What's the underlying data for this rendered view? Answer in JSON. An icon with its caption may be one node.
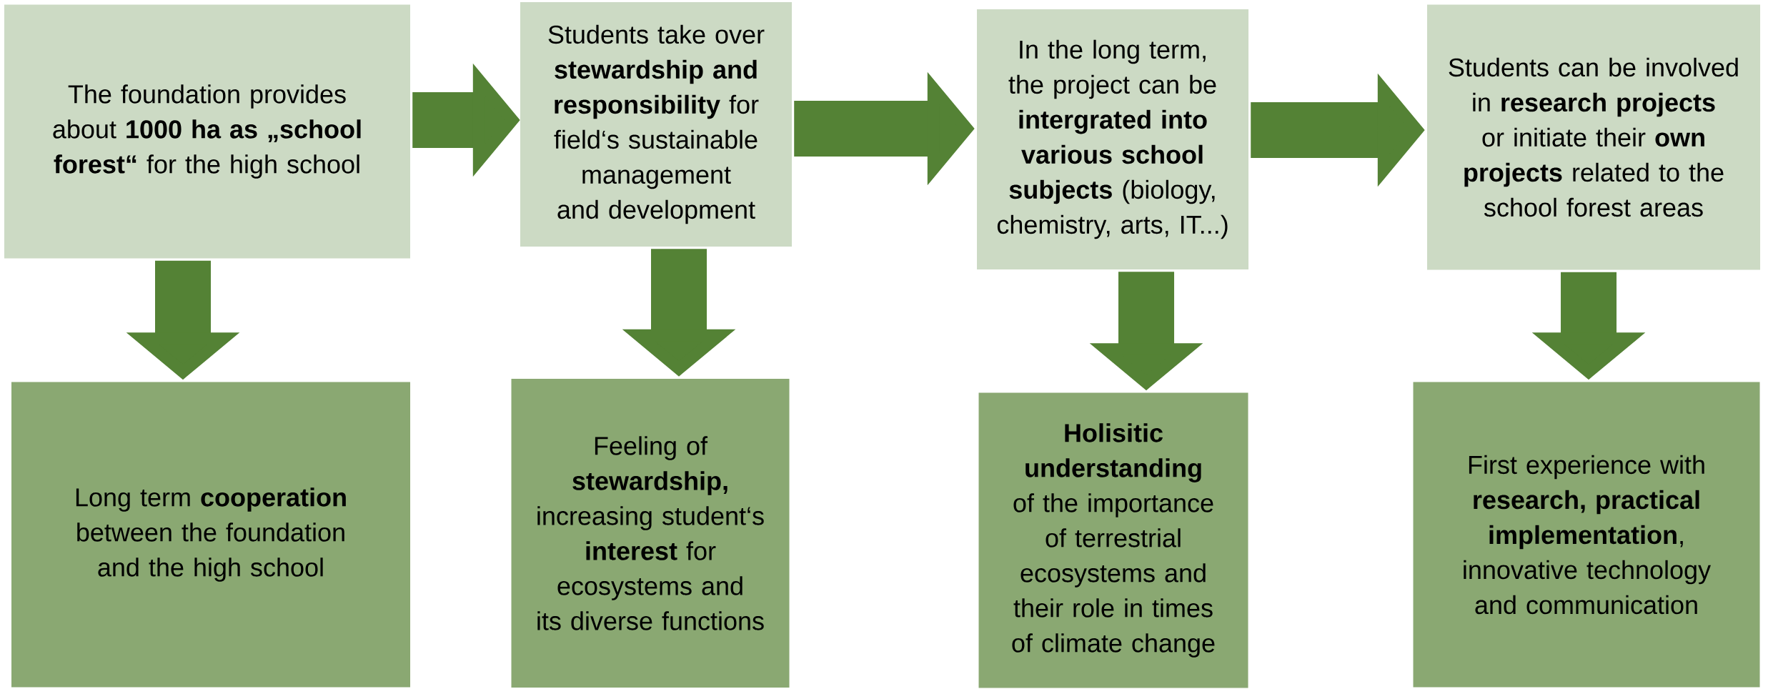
{
  "diagram": {
    "nodes": [
      {
        "text": [
          "The foundation provides about **1000 ha as „school forest“** for the high school"
        ]
      },
      {
        "text": [
          "Students take over **stewardship and responsibility** for field‘s sustainable management and development"
        ]
      },
      {
        "text": [
          "In the long term, the project can be **intergrated into various school subjects** (biology, chemistry, arts, IT...)"
        ]
      },
      {
        "text": [
          "Students can be involved in **research projects** or initiate their **own projects** related to the school forest areas"
        ]
      },
      {
        "text": [
          "Long term **cooperation** between the foundation and the high school"
        ]
      },
      {
        "text": [
          "Feeling of **stewardship,** increasing student‘s **interest** for ecosystems and its diverse functions"
        ]
      },
      {
        "text": [
          "**Holisitic understanding** of the importance of terrestrial ecosystems and their role in times of climate change"
        ]
      },
      {
        "text": [
          "First experience with **research, practical implementation**, innovative technology and communication"
        ]
      }
    ],
    "edges": [
      {
        "from": 0,
        "to": 1,
        "arrow": "to"
      },
      {
        "from": 1,
        "to": 2,
        "arrow": "to"
      },
      {
        "from": 2,
        "to": 3,
        "arrow": "to"
      },
      {
        "from": 0,
        "to": 4,
        "arrow": "to"
      },
      {
        "from": 1,
        "to": 5,
        "arrow": "to"
      },
      {
        "from": 2,
        "to": 6,
        "arrow": "to"
      },
      {
        "from": 3,
        "to": 7,
        "arrow": "to"
      }
    ]
  }
}
